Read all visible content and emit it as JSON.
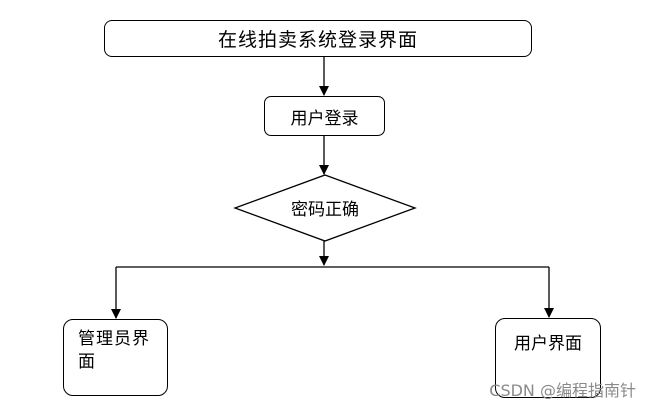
{
  "title_node": "在线拍卖系统登录界面",
  "login_node": "用户登录",
  "decision_node": "密码正确",
  "admin_node": "管理员界面",
  "user_node": "用户界面",
  "watermark": "CSDN @编程指南针"
}
